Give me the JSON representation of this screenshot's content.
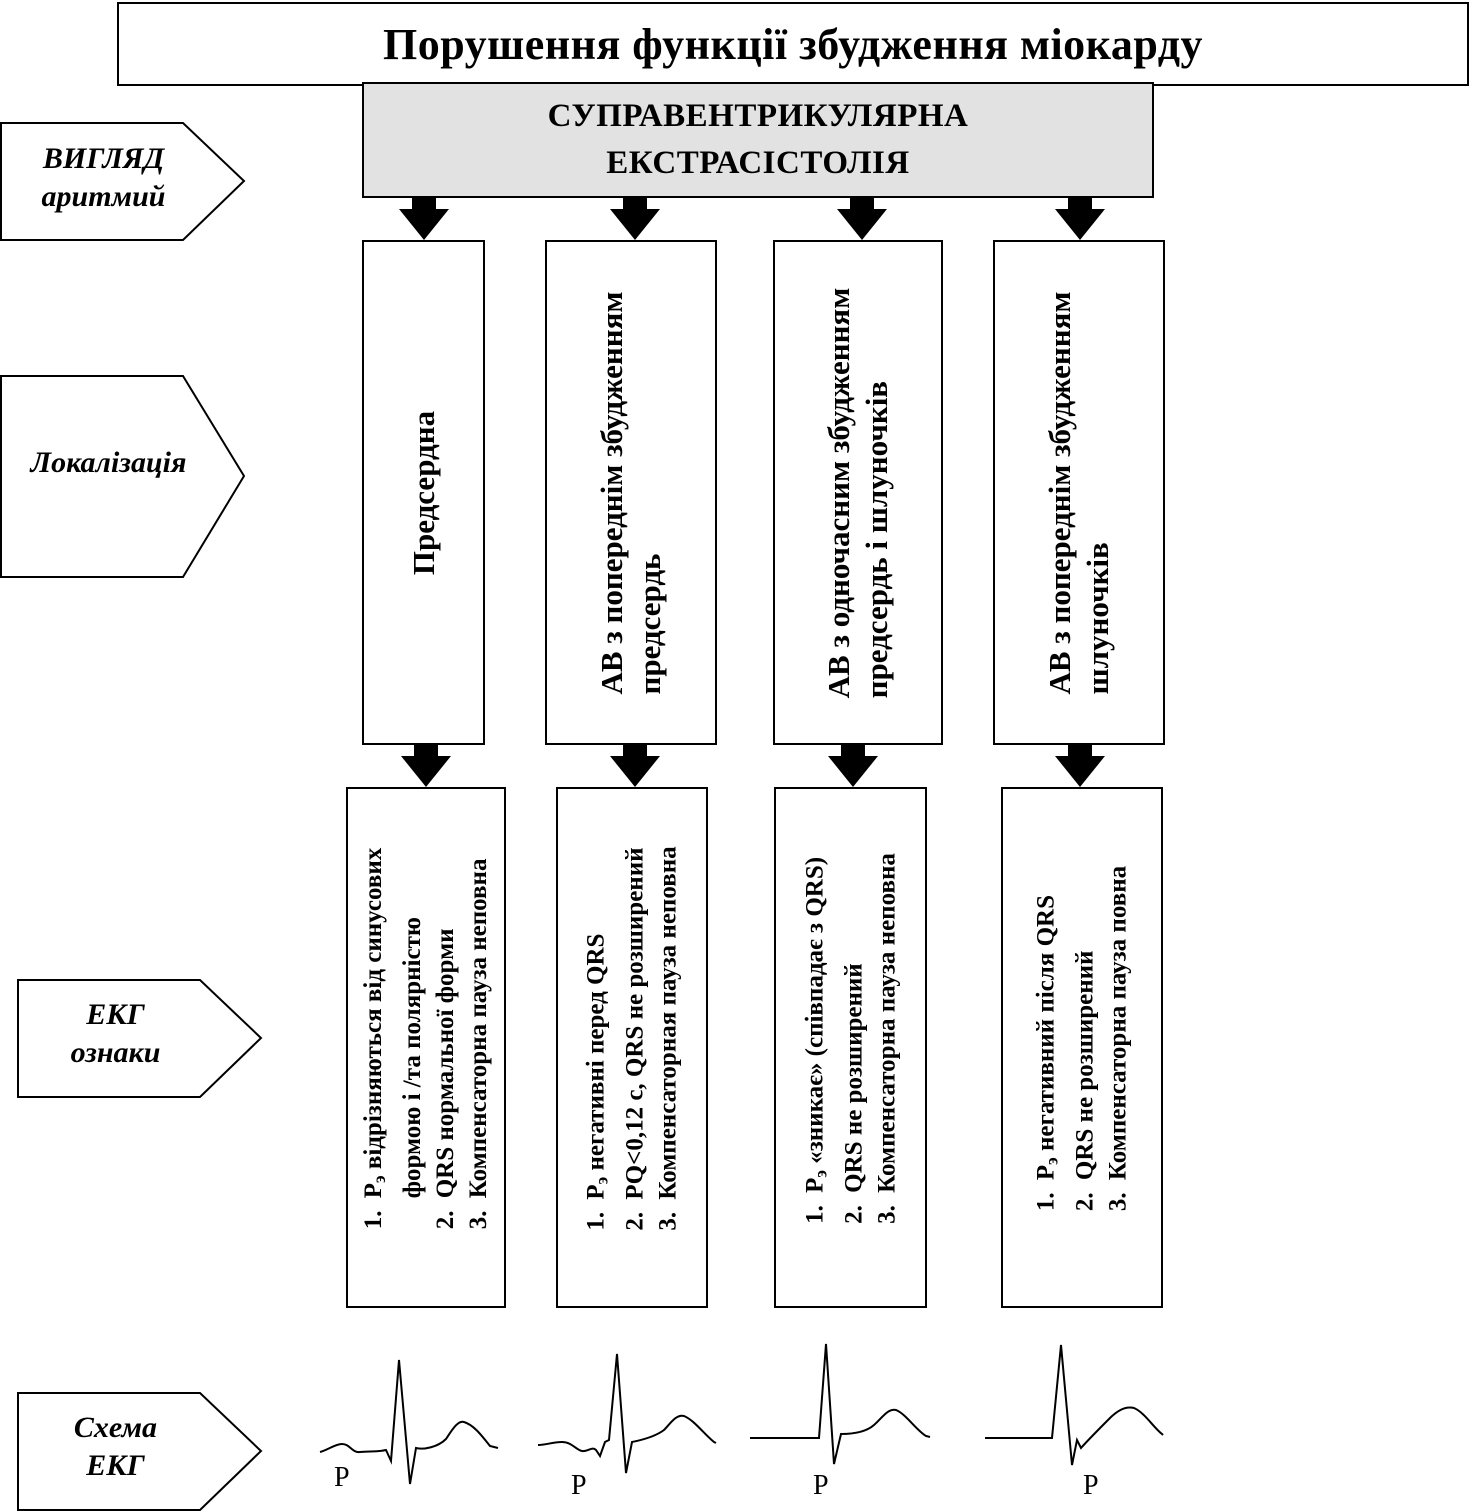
{
  "title": "Порушення функції збудження міокарду",
  "arrhythmia_type": [
    "СУПРАВЕНТРИКУЛЯРНА",
    "ЕКСТРАСІСТОЛІЯ"
  ],
  "row_labels": {
    "type": [
      "ВИГЛЯД",
      "аритмий"
    ],
    "localization": [
      "Локалізація"
    ],
    "ekg_signs": [
      "ЕКГ",
      "ознаки"
    ],
    "ekg_scheme": [
      "Схема",
      "ЕКГ"
    ]
  },
  "columns": [
    {
      "localization": [
        "Предсердна"
      ],
      "signs": [
        {
          "p": "P",
          "sub": "э",
          "text": " відрізняються від синусових"
        },
        {
          "text": "формою і /та полярністю",
          "continuation": true
        },
        {
          "text": "QRS нормальної форми"
        },
        {
          "text": "Компенсаторна пауза неповна"
        }
      ],
      "p_label": "P"
    },
    {
      "localization": [
        "АВ з попереднім збудженням",
        "предсердь"
      ],
      "signs": [
        {
          "p": "P",
          "sub": "э",
          "text": " негативні перед QRS"
        },
        {
          "text": "PQ<0,12 с, QRS не розширений"
        },
        {
          "text": "Компенсаторная пауза неповна"
        }
      ],
      "p_label": "P"
    },
    {
      "localization": [
        "АВ з одночасним збудженням",
        "предсердь і шлуночків"
      ],
      "signs": [
        {
          "p": "P",
          "sub": "э",
          "text": " «зникає» (співпадає з QRS)"
        },
        {
          "text": "QRS не розширений"
        },
        {
          "text": "Компенсаторна пауза неповна"
        }
      ],
      "p_label": "P"
    },
    {
      "localization": [
        "АВ з попереднім збудженням",
        "шлуночків"
      ],
      "signs": [
        {
          "p": "P",
          "sub": "э",
          "text": " негативний після QRS"
        },
        {
          "text": "QRS не розширений"
        },
        {
          "text": "Компенсаторна пауза повна"
        }
      ],
      "p_label": "P"
    }
  ]
}
